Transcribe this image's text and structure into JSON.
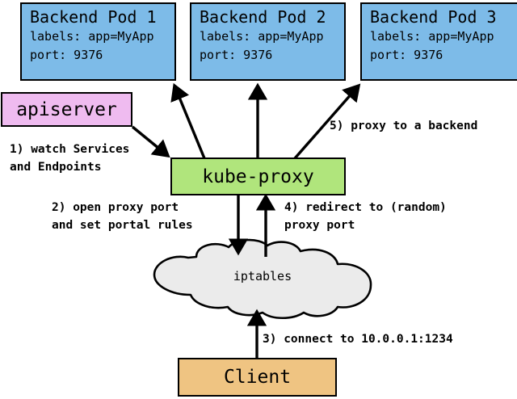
{
  "diagram": {
    "title_colors": {
      "pod_fill": "#7dbbe8",
      "apiserver_fill": "#efbbf0",
      "kubeproxy_fill": "#b0e57c",
      "client_fill": "#efc482",
      "cloud_fill": "#ebebeb",
      "stroke": "#000000"
    },
    "pods": [
      {
        "title": "Backend Pod 1",
        "labels_line": "labels: app=MyApp",
        "port_line": "port: 9376"
      },
      {
        "title": "Backend Pod 2",
        "labels_line": "labels: app=MyApp",
        "port_line": "port: 9376"
      },
      {
        "title": "Backend Pod 3",
        "labels_line": "labels: app=MyApp",
        "port_line": "port: 9376"
      }
    ],
    "apiserver": {
      "label": "apiserver"
    },
    "kubeproxy": {
      "label": "kube-proxy"
    },
    "client": {
      "label": "Client"
    },
    "cloud": {
      "label": "iptables"
    },
    "edge_labels": {
      "step1": "1) watch Services\nand Endpoints",
      "step2": "2) open proxy port\nand set portal rules",
      "step3": "3) connect to 10.0.0.1:1234",
      "step4": "4) redirect to (random)\nproxy port",
      "step5": "5) proxy to a backend"
    }
  }
}
